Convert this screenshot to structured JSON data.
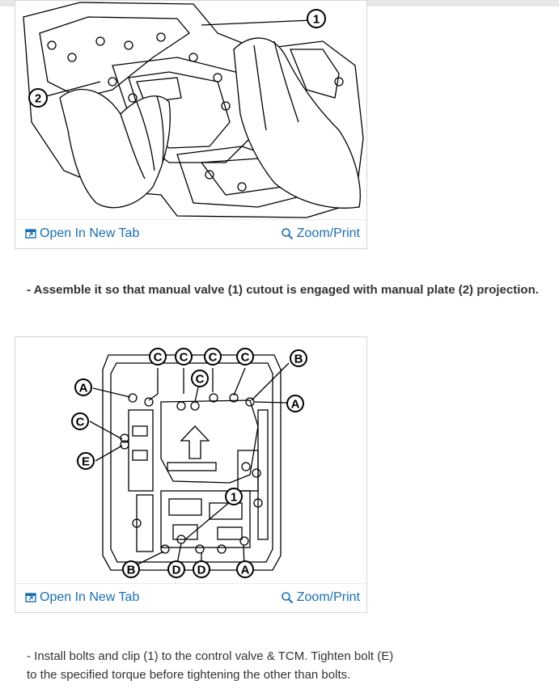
{
  "figure1": {
    "callouts": [
      "1",
      "2"
    ],
    "open_new_tab": "Open In New Tab",
    "zoom_print": "Zoom/Print"
  },
  "instruction1": "- Assemble it so that manual valve (1) cutout is engaged with manual plate (2) projection.",
  "figure2": {
    "callouts_top": [
      "C",
      "C",
      "C",
      "C",
      "B"
    ],
    "callout_c_mid": "C",
    "callout_a_left": "A",
    "callout_a_right": "A",
    "callout_c_left": "C",
    "callout_e_left": "E",
    "callout_1": "1",
    "callouts_bottom": [
      "B",
      "D",
      "D",
      "A"
    ],
    "open_new_tab": "Open In New Tab",
    "zoom_print": "Zoom/Print"
  },
  "instruction2_line1": "- Install bolts and clip (1) to the control valve & TCM. Tighten bolt (E)",
  "instruction2_line2": "to the specified torque before tightening the other than bolts.",
  "icons": {
    "open_tab": "open-in-new-tab-icon",
    "zoom": "magnifier-icon"
  },
  "colors": {
    "link": "#1a6fb3",
    "text": "#333333"
  }
}
